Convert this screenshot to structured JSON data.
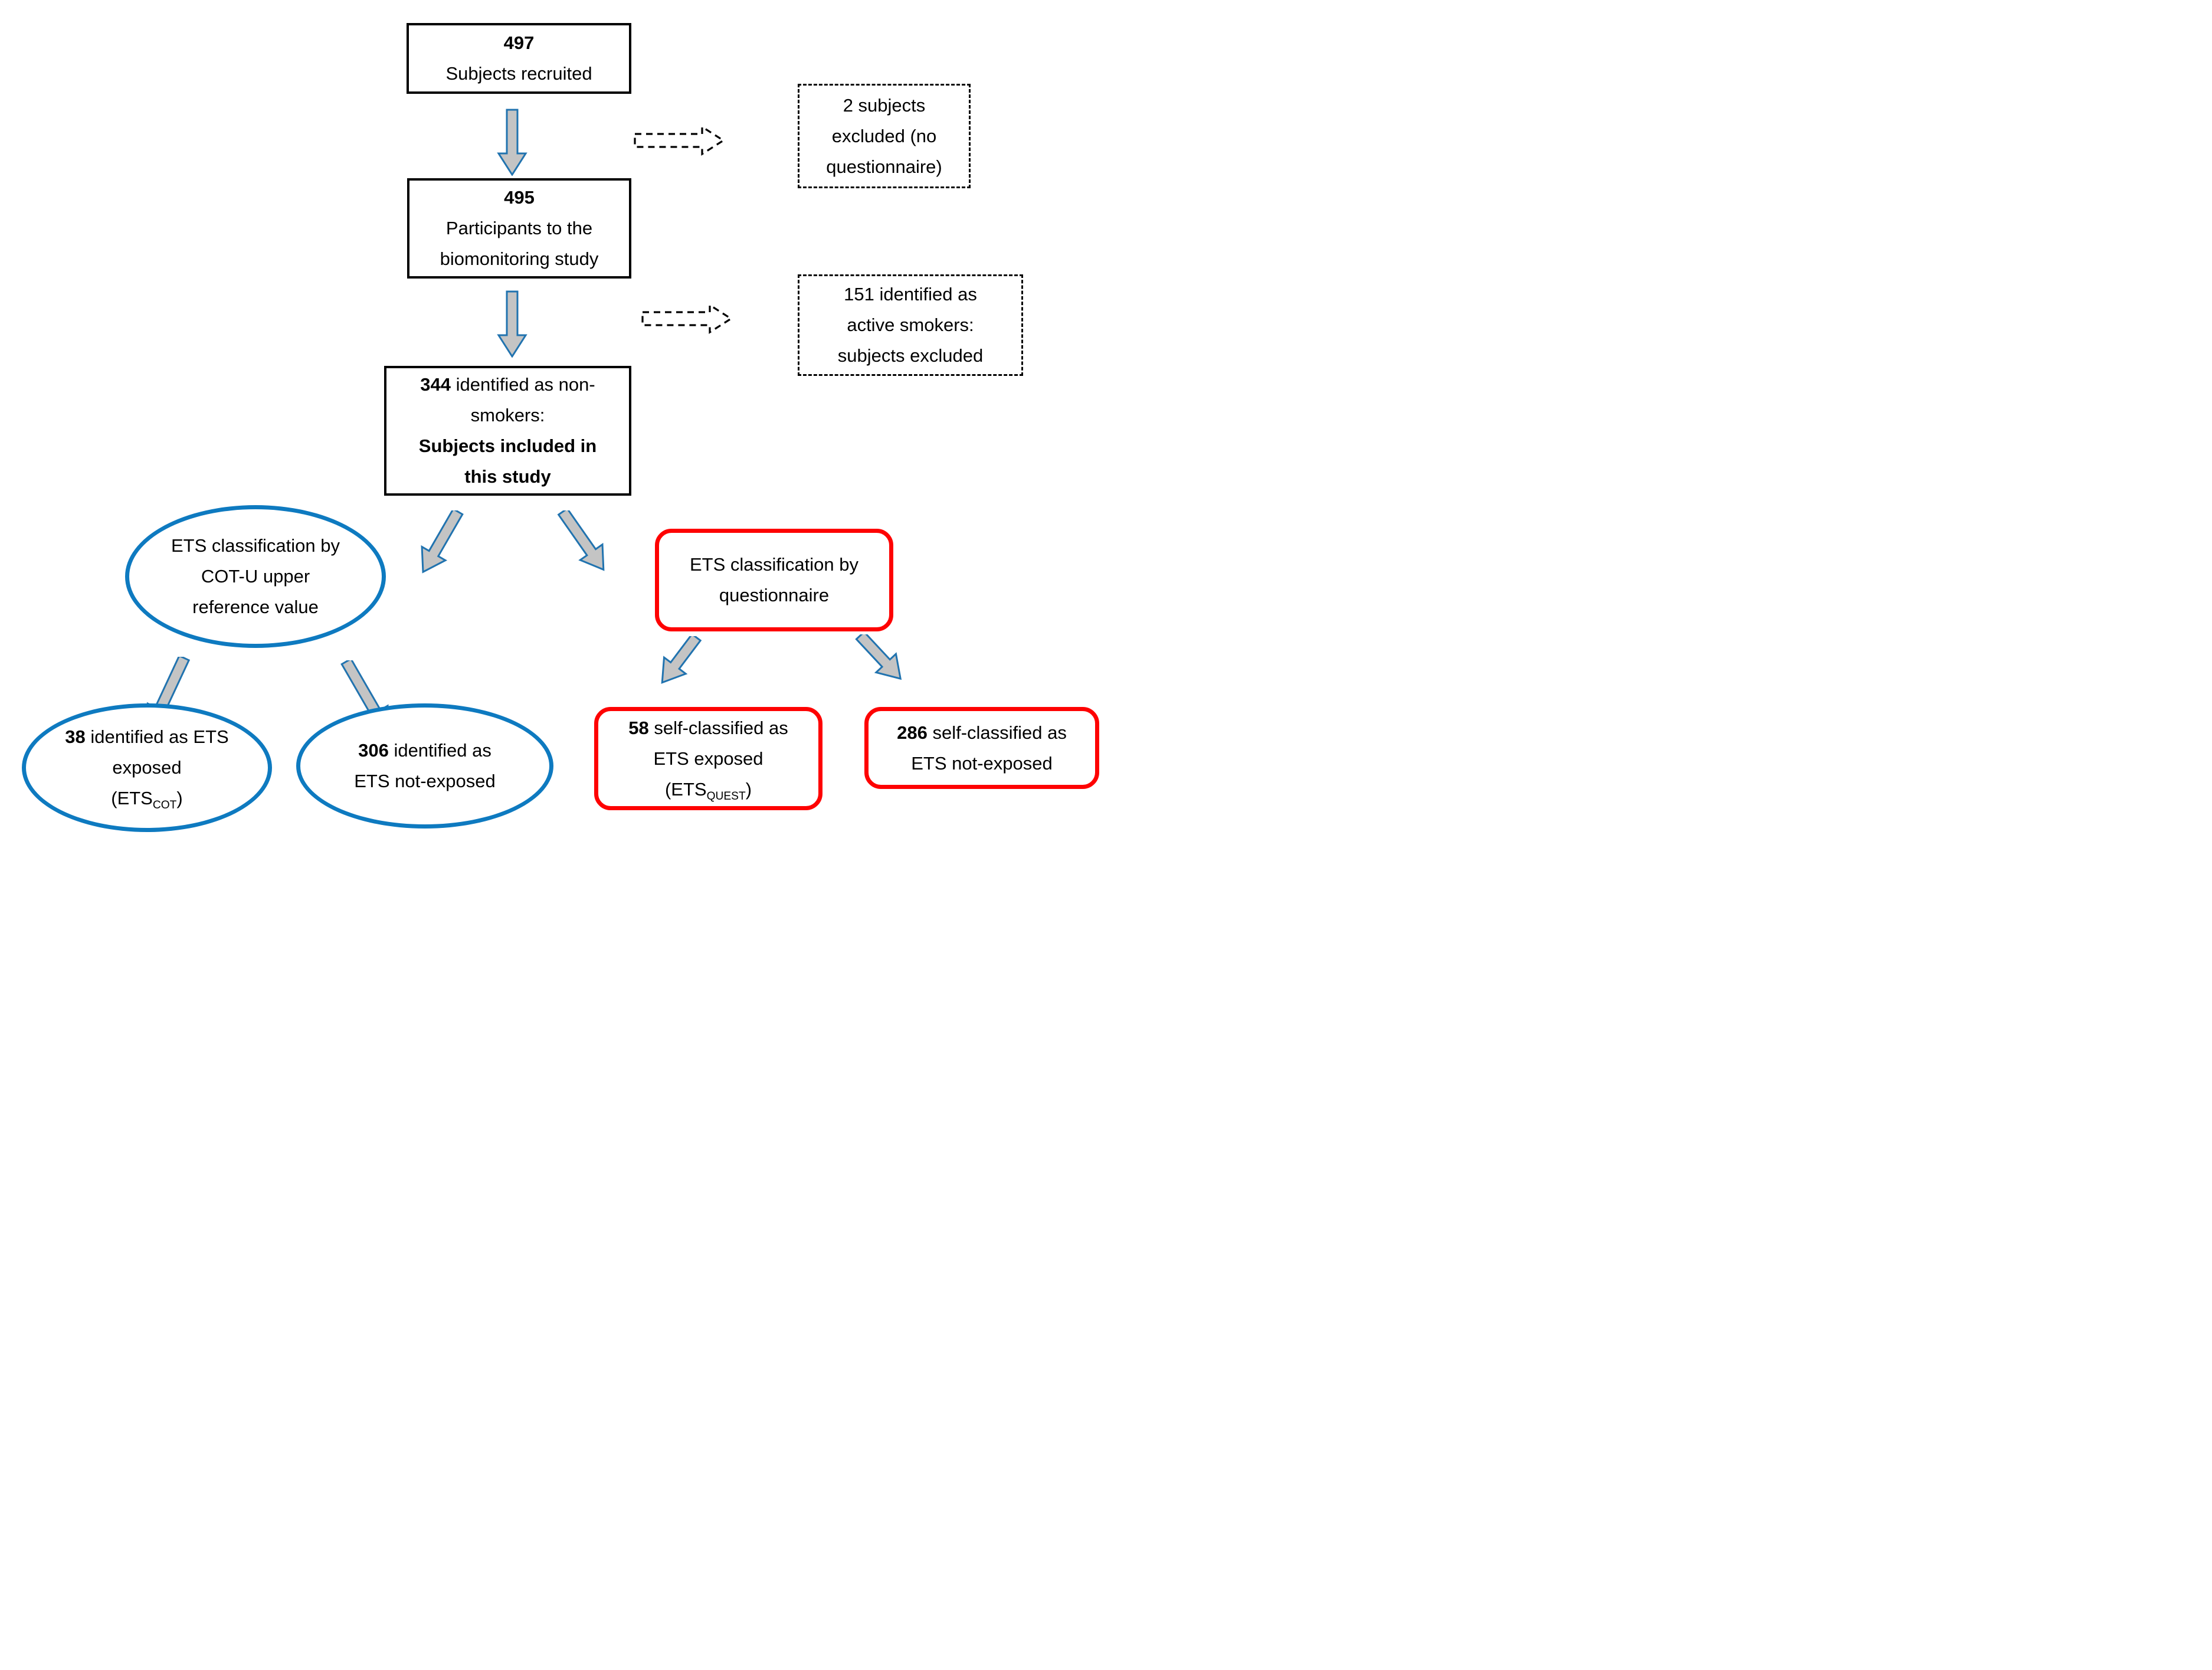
{
  "colors": {
    "node_border": "#000000",
    "ellipse_accent": "#0E7AC0",
    "questionnaire_accent": "#FE0202",
    "arrow_fill": "#C4C4C4",
    "arrow_outline": "#2173AF"
  },
  "nodes": {
    "recruited": {
      "count": "497",
      "label": "Subjects recruited"
    },
    "excluded_no_questionnaire": {
      "lines": [
        "2 subjects",
        "excluded (no",
        "questionnaire)"
      ]
    },
    "participants": {
      "count": "495",
      "lines": [
        "Participants to the",
        "biomonitoring study"
      ]
    },
    "active_smokers_excluded": {
      "lines": [
        "151 identified as",
        "active smokers:",
        "subjects excluded"
      ]
    },
    "nonsmokers": {
      "count": "344",
      "rest_line1": " identified as non-",
      "line2": "smokers:",
      "bold_line3": "Subjects included in",
      "bold_line4": "this study"
    },
    "cot_classification": {
      "lines": [
        "ETS classification by",
        "COT-U upper",
        "reference value"
      ]
    },
    "quest_classification": {
      "lines": [
        "ETS classification by",
        "questionnaire"
      ]
    },
    "cot_exposed": {
      "count": "38",
      "rest_line1": " identified as ETS",
      "line2": "exposed",
      "paren_prefix": "(ETS",
      "subscript": "COT",
      "paren_suffix": ")"
    },
    "cot_not_exposed": {
      "count": "306",
      "rest_line1": " identified as",
      "line2": "ETS not-exposed"
    },
    "quest_exposed": {
      "count": "58",
      "rest_line1": " self-classified as",
      "line2": "ETS exposed",
      "paren_prefix": "(ETS",
      "subscript": "QUEST",
      "paren_suffix": ")"
    },
    "quest_not_exposed": {
      "count": "286",
      "rest_line1": " self-classified as",
      "line2": "ETS not-exposed"
    }
  },
  "arrows": {
    "down_1": "block-arrow-down",
    "down_2": "block-arrow-down",
    "dashed_right_1": "dashed-arrow-right",
    "dashed_right_2": "dashed-arrow-right",
    "diag_344_left": "block-arrow-down-left",
    "diag_344_right": "block-arrow-down-right",
    "diag_cot_left": "block-arrow-down-left",
    "diag_cot_right": "block-arrow-down-right",
    "diag_quest_left": "block-arrow-down-left",
    "diag_quest_right": "block-arrow-down-right"
  }
}
